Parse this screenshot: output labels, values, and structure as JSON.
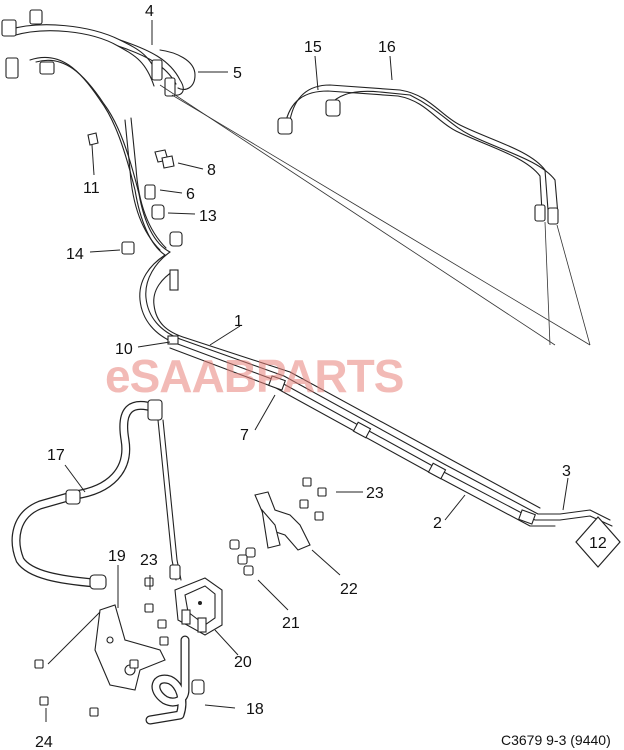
{
  "diagram": {
    "watermark": "eSAABPARTS",
    "footer_code": "C3679 9-3 (9440)",
    "callouts": [
      "1",
      "2",
      "3",
      "4",
      "5",
      "6",
      "7",
      "8",
      "10",
      "11",
      "12",
      "13",
      "14",
      "15",
      "16",
      "17",
      "18",
      "19",
      "20",
      "21",
      "22",
      "23",
      "23",
      "24"
    ]
  }
}
